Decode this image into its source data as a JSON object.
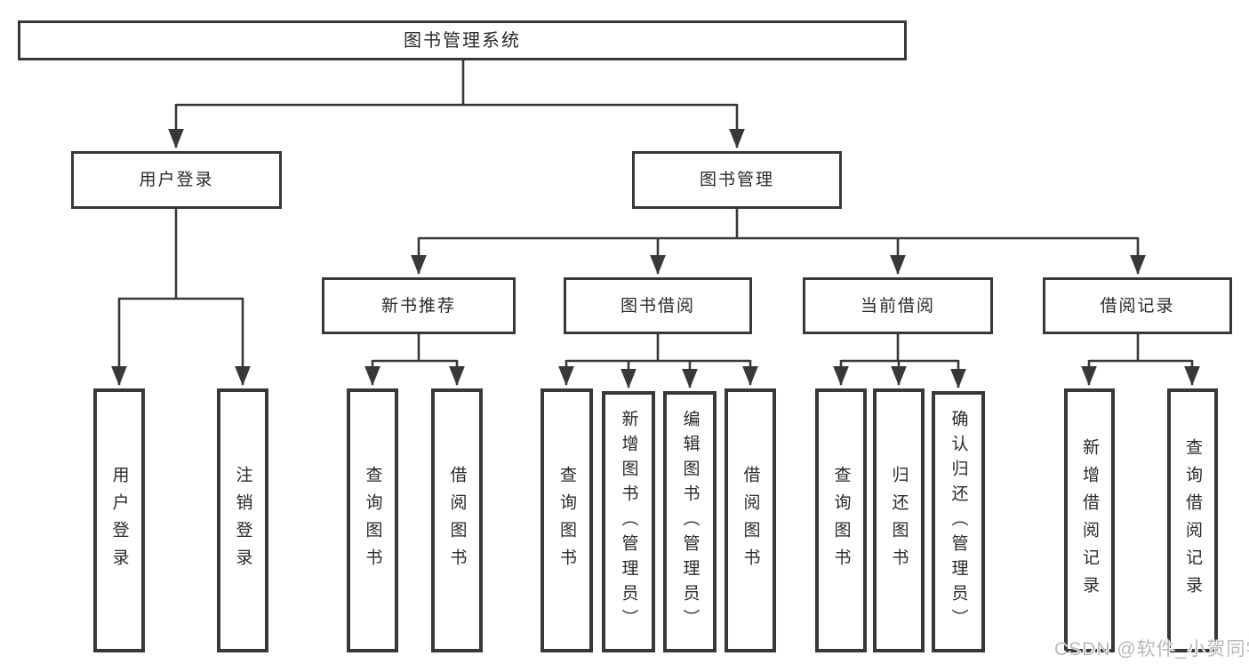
{
  "labels": {
    "root": "图书管理系统",
    "user_login": "用户登录",
    "book_mgmt": "图书管理",
    "new_book_rec": "新书推荐",
    "book_borrow": "图书借阅",
    "current_borrow": "当前借阅",
    "borrow_records": "借阅记录",
    "login": "用户登录",
    "logout": "注销登录",
    "rec_query_book": "查询图书",
    "rec_borrow_book": "借阅图书",
    "bb_query_book": "查询图书",
    "bb_add_book": "新增图书（管理员）",
    "bb_edit_book": "编辑图书（管理员）",
    "bb_borrow_book": "借阅图书",
    "cb_query_book": "查询图书",
    "cb_return_book": "归还图书",
    "cb_confirm_return": "确认归还（管理员）",
    "br_add_record": "新增借阅记录",
    "br_query_record": "查询借阅记录"
  },
  "hierarchy": {
    "图书管理系统": {
      "用户登录": [
        "用户登录",
        "注销登录"
      ],
      "图书管理": {
        "新书推荐": [
          "查询图书",
          "借阅图书"
        ],
        "图书借阅": [
          "查询图书",
          "新增图书（管理员）",
          "编辑图书（管理员）",
          "借阅图书"
        ],
        "当前借阅": [
          "查询图书",
          "归还图书",
          "确认归还（管理员）"
        ],
        "借阅记录": [
          "新增借阅记录",
          "查询借阅记录"
        ]
      }
    }
  },
  "watermark": "CSDN @软件_小贺同学",
  "colors": {
    "line": "#383838",
    "border": "#383838",
    "text": "#2a2a2a",
    "watermark": "#b9b9b9",
    "background": "#ffffff"
  }
}
